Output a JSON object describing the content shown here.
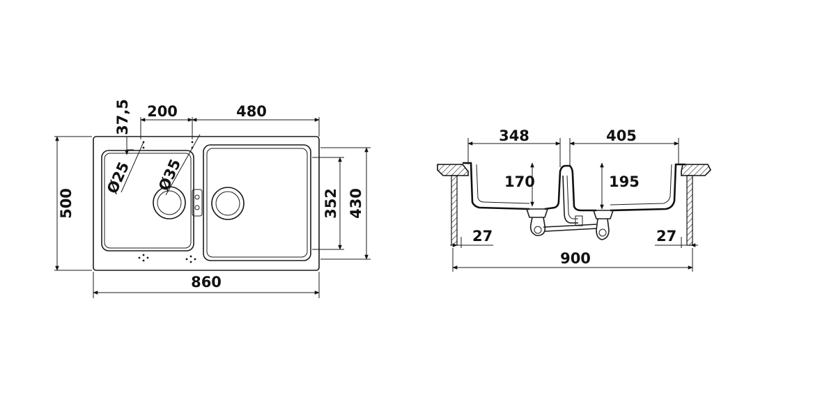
{
  "top_view": {
    "width_label": "860",
    "height_label": "500",
    "small_bowl_width_label": "200",
    "large_bowl_width_label": "480",
    "edge_offset_label": "37,5",
    "inner_height_label": "352",
    "outer_height_label": "430",
    "drain_small_label": "Ø25",
    "drain_large_label": "Ø35"
  },
  "side_view": {
    "total_width_label": "900",
    "left_bowl_width_label": "348",
    "right_bowl_width_label": "405",
    "left_depth_label": "170",
    "right_depth_label": "195",
    "left_flange_label": "27",
    "right_flange_label": "27"
  },
  "colors": {
    "line": "#1a1a1a",
    "background": "#ffffff"
  }
}
